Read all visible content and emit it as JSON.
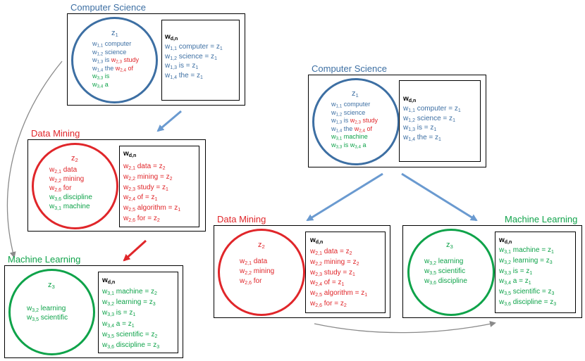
{
  "colors": {
    "blue": "#3d6fa3",
    "red": "#e0262a",
    "green": "#0fa34a",
    "gray": "#8a8a8a",
    "arrow_blue": "#6a9ad0",
    "arrow_red": "#e0262a"
  },
  "left": {
    "cs": {
      "title": "Computer Science",
      "z": "z",
      "z_sub": "1",
      "circle_lines": [
        {
          "parts": [
            {
              "c": "blue",
              "w": "1,1",
              "t": " computer"
            }
          ]
        },
        {
          "parts": [
            {
              "c": "blue",
              "w": "1,2",
              "t": " science"
            }
          ]
        },
        {
          "parts": [
            {
              "c": "blue",
              "w": "1,3",
              "t": " is "
            },
            {
              "c": "red",
              "w": "2,3",
              "t": " study"
            }
          ]
        },
        {
          "parts": [
            {
              "c": "blue",
              "w": "1,4",
              "t": " the "
            },
            {
              "c": "red",
              "w": "2,4",
              "t": " of"
            }
          ]
        },
        {
          "parts": [
            {
              "c": "green",
              "w": "3,3",
              "t": " is"
            }
          ]
        },
        {
          "parts": [
            {
              "c": "green",
              "w": "3,4",
              "t": " a"
            }
          ]
        }
      ],
      "table_header": "w",
      "table_header_sub": "d,n",
      "table_lines": [
        {
          "c": "blue",
          "w": "1,1",
          "t": " computer  =  ",
          "z": "1"
        },
        {
          "c": "blue",
          "w": "1,2",
          "t": " science  =  ",
          "z": "1"
        },
        {
          "c": "blue",
          "w": "1,3",
          "t": " is  =  ",
          "z": "1"
        },
        {
          "c": "blue",
          "w": "1,4",
          "t": " the  =  ",
          "z": "1"
        }
      ]
    },
    "dm": {
      "title": "Data Mining",
      "z": "z",
      "z_sub": "2",
      "circle_lines": [
        {
          "parts": [
            {
              "c": "red",
              "w": "2,1",
              "t": " data"
            }
          ]
        },
        {
          "parts": [
            {
              "c": "red",
              "w": "2,2",
              "t": " mining"
            }
          ]
        },
        {
          "parts": [
            {
              "c": "red",
              "w": "2,6",
              "t": " for"
            }
          ]
        },
        {
          "parts": [
            {
              "c": "green",
              "w": "3,6",
              "t": " discipline"
            }
          ]
        },
        {
          "parts": [
            {
              "c": "green",
              "w": "3,1",
              "t": " machine"
            }
          ]
        }
      ],
      "table_header": "w",
      "table_header_sub": "d,n",
      "table_lines": [
        {
          "c": "red",
          "w": "2,1",
          "t": " data  =  ",
          "z": "2"
        },
        {
          "c": "red",
          "w": "2,2",
          "t": " mining  =  ",
          "z": "2"
        },
        {
          "c": "red",
          "w": "2,3",
          "t": " study  =  ",
          "z": "1"
        },
        {
          "c": "red",
          "w": "2,4",
          "t": " of  =  ",
          "z": "1"
        },
        {
          "c": "red",
          "w": "2,5",
          "t": " algorithm  =  ",
          "z": "1"
        },
        {
          "c": "red",
          "w": "2,6",
          "t": " for  =  ",
          "z": "2"
        }
      ]
    },
    "ml": {
      "title": "Machine Learning",
      "z": "z",
      "z_sub": "3",
      "circle_lines": [
        {
          "parts": [
            {
              "c": "green",
              "w": "3,2",
              "t": " learning"
            }
          ]
        },
        {
          "parts": [
            {
              "c": "green",
              "w": "3,5",
              "t": " scientific"
            }
          ]
        }
      ],
      "table_header": "w",
      "table_header_sub": "d,n",
      "table_lines": [
        {
          "c": "green",
          "w": "3,1",
          "t": " machine  =  ",
          "z": "2"
        },
        {
          "c": "green",
          "w": "3,2",
          "t": " learning  =  ",
          "z": "3"
        },
        {
          "c": "green",
          "w": "3,3",
          "t": " is  =  ",
          "z": "1"
        },
        {
          "c": "green",
          "w": "3,4",
          "t": " a  =  ",
          "z": "1"
        },
        {
          "c": "green",
          "w": "3,5",
          "t": " scientific  =  ",
          "z": "2"
        },
        {
          "c": "green",
          "w": "3,6",
          "t": " discipline  =  ",
          "z": "3"
        }
      ]
    }
  },
  "right": {
    "cs": {
      "title": "Computer Science",
      "z": "z",
      "z_sub": "1",
      "circle_lines": [
        {
          "parts": [
            {
              "c": "blue",
              "w": "1,1",
              "t": " computer"
            }
          ]
        },
        {
          "parts": [
            {
              "c": "blue",
              "w": "1,2",
              "t": " science"
            }
          ]
        },
        {
          "parts": [
            {
              "c": "blue",
              "w": "1,3",
              "t": " is "
            },
            {
              "c": "red",
              "w": "2,3",
              "t": " study"
            }
          ]
        },
        {
          "parts": [
            {
              "c": "blue",
              "w": "1,4",
              "t": " the "
            },
            {
              "c": "red",
              "w": "2,4",
              "t": " of"
            }
          ]
        },
        {
          "parts": [
            {
              "c": "green",
              "w": "3,1",
              "t": " machine"
            }
          ]
        },
        {
          "parts": [
            {
              "c": "green",
              "w": "3,3",
              "t": " is "
            },
            {
              "c": "green",
              "w": "3,4",
              "t": " a"
            }
          ]
        }
      ],
      "table_header": "w",
      "table_header_sub": "d,n",
      "table_lines": [
        {
          "c": "blue",
          "w": "1,1",
          "t": " computer  =  ",
          "z": "1"
        },
        {
          "c": "blue",
          "w": "1,2",
          "t": " science  =  ",
          "z": "1"
        },
        {
          "c": "blue",
          "w": "1,3",
          "t": " is  =  ",
          "z": "1"
        },
        {
          "c": "blue",
          "w": "1,4",
          "t": " the  =  ",
          "z": "1"
        }
      ]
    },
    "dm": {
      "title": "Data Mining",
      "z": "z",
      "z_sub": "2",
      "circle_lines": [
        {
          "parts": [
            {
              "c": "red",
              "w": "2,1",
              "t": " data"
            }
          ]
        },
        {
          "parts": [
            {
              "c": "red",
              "w": "2,2",
              "t": " mining"
            }
          ]
        },
        {
          "parts": [
            {
              "c": "red",
              "w": "2,6",
              "t": " for"
            }
          ]
        }
      ],
      "table_header": "w",
      "table_header_sub": "d,n",
      "table_lines": [
        {
          "c": "red",
          "w": "2,1",
          "t": " data  =  ",
          "z": "2"
        },
        {
          "c": "red",
          "w": "2,2",
          "t": " mining  =  ",
          "z": "2"
        },
        {
          "c": "red",
          "w": "2,3",
          "t": " study  =  ",
          "z": "1"
        },
        {
          "c": "red",
          "w": "2,4",
          "t": " of  =  ",
          "z": "1"
        },
        {
          "c": "red",
          "w": "2,5",
          "t": " algorithm  =  ",
          "z": "1"
        },
        {
          "c": "red",
          "w": "2,6",
          "t": " for  =  ",
          "z": "2"
        }
      ]
    },
    "ml": {
      "title": "Machine Learning",
      "z": "z",
      "z_sub": "3",
      "circle_lines": [
        {
          "parts": [
            {
              "c": "green",
              "w": "3,2",
              "t": " learning"
            }
          ]
        },
        {
          "parts": [
            {
              "c": "green",
              "w": "3,5",
              "t": " scientific"
            }
          ]
        },
        {
          "parts": [
            {
              "c": "green",
              "w": "3,6",
              "t": " discipline"
            }
          ]
        }
      ],
      "table_header": "w",
      "table_header_sub": "d,n",
      "table_lines": [
        {
          "c": "green",
          "w": "3,1",
          "t": " machine  =  ",
          "z": "1"
        },
        {
          "c": "green",
          "w": "3,2",
          "t": " learning  =  ",
          "z": "3"
        },
        {
          "c": "green",
          "w": "3,3",
          "t": " is  =  ",
          "z": "1"
        },
        {
          "c": "green",
          "w": "3,4",
          "t": " a  =  ",
          "z": "1"
        },
        {
          "c": "green",
          "w": "3,5",
          "t": " scientific  =  ",
          "z": "3"
        },
        {
          "c": "green",
          "w": "3,6",
          "t": " discipline  =  ",
          "z": "3"
        }
      ]
    }
  }
}
